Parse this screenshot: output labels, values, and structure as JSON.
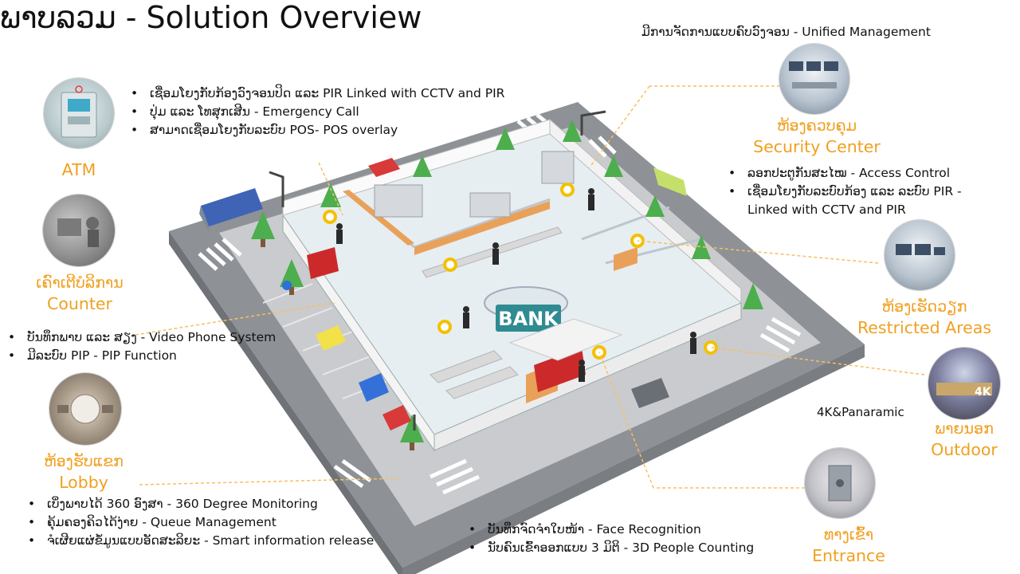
{
  "title": "ພາບລວມ - Solution Overview",
  "unified": "ມີການຈັດການແບບຄົບວົງຈອນ - Unified Management",
  "atm": {
    "label_en": "ATM",
    "bullets": [
      "ເຊື່ອມໂຍງກັບກ້ອງວົງຈອນປິດ ແລະ PIR Linked with CCTV and PIR",
      "ປຸ່ມ ແລະ ໂທສຸກເສີນ - Emergency Call",
      "ສາມາດເຊື່ອມໂຍງກັບລະບົບ POS- POS overlay"
    ]
  },
  "counter": {
    "label_lo": "ເຄົາເຕີບໍລິການ",
    "label_en": "Counter",
    "bullets": [
      "ບັນທຶກພາບ ແລະ ສຽງ - Video Phone System",
      "ມີລະບົບ PIP - PIP Function"
    ]
  },
  "lobby": {
    "label_lo": "ຫ້ອງຮັບແຂກ",
    "label_en": "Lobby",
    "bullets": [
      "ເບິ່ງພາບໄດ້ 360 ອົງສາ - 360 Degree Monitoring",
      "ຄຸ້ມຄອງຄິວໄດ້ງ່າຍ - Queue Management",
      "ຈໍເຜີຍແຜ່ຂໍ້ມູນແບບອັດສະລິຍະ - Smart information release"
    ]
  },
  "security": {
    "label_lo": "ຫ້ອງຄວບຄຸມ",
    "label_en": "Security Center"
  },
  "restricted": {
    "label_lo": "ຫ້ອງເຮັດວຽກ",
    "label_en": "Restricted Areas",
    "bullets": [
      "ລອກປະຕູກັນສະໄໝ - Access Control",
      "ເຊື່ອມໂຍງກັບລະບົບກ້ອງ ແລະ ລະບົບ PIR -",
      "Linked with CCTV and PIR"
    ]
  },
  "outdoor": {
    "caption": "4K&Panaramic",
    "label_lo": "ພາຍນອກ",
    "label_en": "Outdoor",
    "thumb_text": "4K"
  },
  "entrance": {
    "label_lo": "ທາງເຂົ້າ",
    "label_en": "Entrance",
    "bullets": [
      "ບັນທຶກຈົດຈຳໃບໜ້າ - Face Recognition",
      "ນັບຄົນເຂົ້າອອກແບບ 3 ມິຕິ - 3D People Counting"
    ]
  },
  "building": {
    "sign": "BANK"
  },
  "colors": {
    "accent": "#f0a020",
    "callout": "#f6c060",
    "road": "#8e9196",
    "floor": "#e6eef2"
  }
}
